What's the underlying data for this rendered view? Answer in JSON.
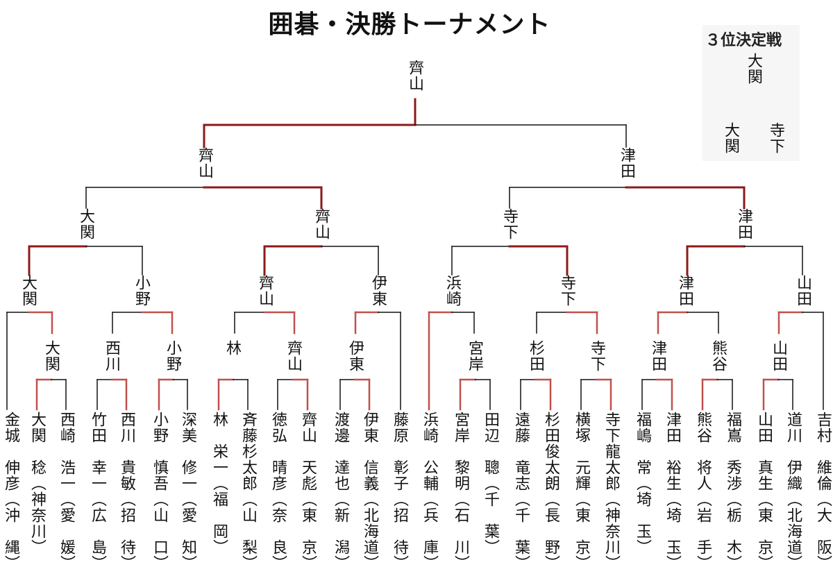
{
  "title": "囲碁・決勝トーナメント",
  "colors": {
    "winner_line": "#8b1a1a",
    "win_line_light": "#c0504d",
    "normal_line": "#111111"
  },
  "champion": "齊山",
  "final": {
    "left": "齊山",
    "right": "津田",
    "winner_side": "left"
  },
  "semifinals": [
    {
      "winner": "齊山",
      "left": "大関",
      "right": "齊山",
      "winner_side": "right"
    },
    {
      "winner": "津田",
      "left": "寺下",
      "right": "津田",
      "winner_side": "right"
    }
  ],
  "quarterfinals": [
    {
      "winner": "大関",
      "left": "大関",
      "right": "小野",
      "winner_side": "left"
    },
    {
      "winner": "齊山",
      "left": "齊山",
      "right": "伊東",
      "winner_side": "left"
    },
    {
      "winner": "寺下",
      "left": "浜崎",
      "right": "寺下",
      "winner_side": "right"
    },
    {
      "winner": "津田",
      "left": "津田",
      "right": "山田",
      "winner_side": "left"
    }
  ],
  "round2": [
    {
      "winner": "大関",
      "left": "金城",
      "right": "大関",
      "winner_side": "right"
    },
    {
      "winner": "小野",
      "left": "西川",
      "right": "小野",
      "winner_side": "right"
    },
    {
      "winner": "齊山",
      "left": "林",
      "right": "齊山",
      "winner_side": "right"
    },
    {
      "winner": "伊東",
      "left": "伊東",
      "right": "藤原",
      "winner_side": "left"
    },
    {
      "winner": "浜崎",
      "left": "浜崎",
      "right": "宮岸",
      "winner_side": "left"
    },
    {
      "winner": "寺下",
      "left": "杉田",
      "right": "寺下",
      "winner_side": "right"
    },
    {
      "winner": "津田",
      "left": "津田",
      "right": "熊谷",
      "winner_side": "left"
    },
    {
      "winner": "山田",
      "left": "山田",
      "right": "吉村",
      "winner_side": "left"
    }
  ],
  "round1": [
    {
      "winner": "大関",
      "left": "大関",
      "right": "西崎",
      "winner_side": "left"
    },
    {
      "winner": "西川",
      "left": "竹田",
      "right": "西川",
      "winner_side": "right"
    },
    {
      "winner": "小野",
      "left": "小野",
      "right": "深美",
      "winner_side": "left"
    },
    {
      "winner": "林",
      "left": "林",
      "right": "斉藤杉太郎",
      "winner_side": "left"
    },
    {
      "winner": "齊山",
      "left": "徳弘",
      "right": "齊山",
      "winner_side": "right"
    },
    {
      "winner": "伊東",
      "left": "渡邊",
      "right": "伊東",
      "winner_side": "right"
    },
    {
      "winner": "宮岸",
      "left": "宮岸",
      "right": "田辺",
      "winner_side": "left"
    },
    {
      "winner": "杉田",
      "left": "遠藤",
      "right": "杉田俊太朗",
      "winner_side": "right"
    },
    {
      "winner": "寺下",
      "left": "横塚",
      "right": "寺下龍太郎",
      "winner_side": "right"
    },
    {
      "winner": "津田",
      "left": "福嶋",
      "right": "津田",
      "winner_side": "right"
    },
    {
      "winner": "熊谷",
      "left": "熊谷",
      "right": "福嶌",
      "winner_side": "left"
    },
    {
      "winner": "山田",
      "left": "山田",
      "right": "道川",
      "winner_side": "left"
    }
  ],
  "players": [
    {
      "surname": "金城",
      "given": "伸彦",
      "pref": "沖　縄"
    },
    {
      "surname": "大関",
      "given": "稔",
      "pref": "神奈川"
    },
    {
      "surname": "西崎",
      "given": "浩一",
      "pref": "愛　媛"
    },
    {
      "surname": "竹田",
      "given": "幸一",
      "pref": "広　島"
    },
    {
      "surname": "西川",
      "given": "貴敏",
      "pref": "招　待"
    },
    {
      "surname": "小野",
      "given": "慎吾",
      "pref": "山　口"
    },
    {
      "surname": "深美",
      "given": "修一",
      "pref": "愛　知"
    },
    {
      "surname": "林",
      "given": "栄一",
      "pref": "福　岡"
    },
    {
      "surname": "斉藤杉太郎",
      "given": "",
      "pref": "山　梨"
    },
    {
      "surname": "徳弘",
      "given": "晴彦",
      "pref": "奈　良"
    },
    {
      "surname": "齊山",
      "given": "天彪",
      "pref": "東　京"
    },
    {
      "surname": "渡邊",
      "given": "達也",
      "pref": "新　潟"
    },
    {
      "surname": "伊東",
      "given": "信義",
      "pref": "北海道"
    },
    {
      "surname": "藤原",
      "given": "彰子",
      "pref": "招　待"
    },
    {
      "surname": "浜崎",
      "given": "公輔",
      "pref": "兵　庫"
    },
    {
      "surname": "宮岸",
      "given": "黎明",
      "pref": "石　川"
    },
    {
      "surname": "田辺",
      "given": "聰",
      "pref": "千　葉"
    },
    {
      "surname": "遠藤",
      "given": "竜志",
      "pref": "千　葉"
    },
    {
      "surname": "杉田俊太朗",
      "given": "",
      "pref": "長　野"
    },
    {
      "surname": "横塚",
      "given": "元輝",
      "pref": "東　京"
    },
    {
      "surname": "寺下龍太郎",
      "given": "",
      "pref": "神奈川"
    },
    {
      "surname": "福嶋",
      "given": "常",
      "pref": "埼　玉"
    },
    {
      "surname": "津田",
      "given": "裕生",
      "pref": "埼　玉"
    },
    {
      "surname": "熊谷",
      "given": "将人",
      "pref": "岩　手"
    },
    {
      "surname": "福嶌",
      "given": "秀渉",
      "pref": "栃　木"
    },
    {
      "surname": "山田",
      "given": "真生",
      "pref": "東　京"
    },
    {
      "surname": "道川",
      "given": "伊織",
      "pref": "北海道"
    },
    {
      "surname": "吉村",
      "given": "維倫",
      "pref": "大　阪"
    }
  ],
  "third_place": {
    "title": "３位決定戦",
    "winner": "大関",
    "left": "大関",
    "right": "寺下",
    "winner_side": "left"
  }
}
